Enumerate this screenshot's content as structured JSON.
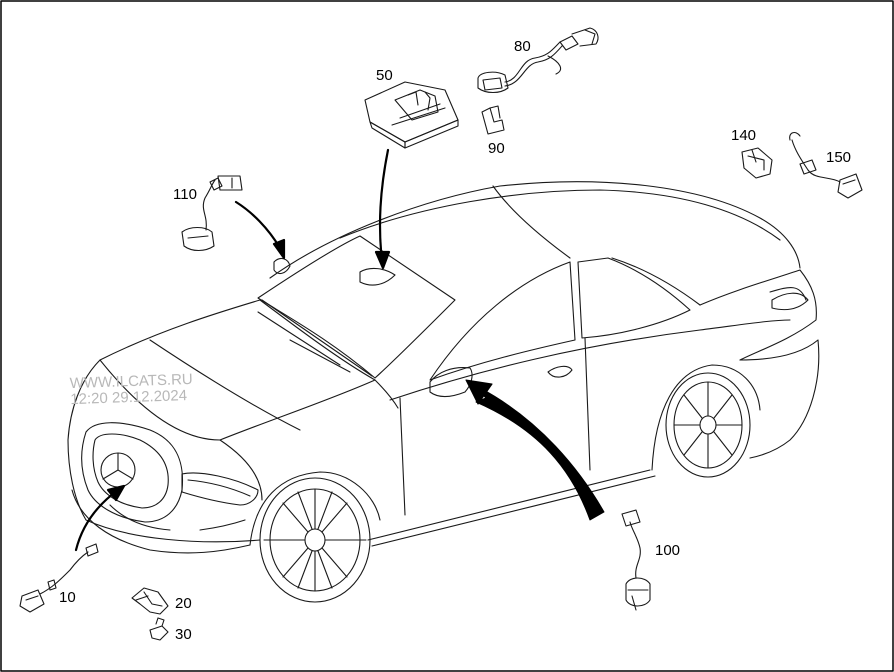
{
  "watermark": {
    "site": "WWW.ILCATS.RU",
    "stamp": "12:20 29.12.2024"
  },
  "parts": [
    {
      "id": "p10",
      "label": "10"
    },
    {
      "id": "p20",
      "label": "20"
    },
    {
      "id": "p30",
      "label": "30"
    },
    {
      "id": "p50",
      "label": "50"
    },
    {
      "id": "p80",
      "label": "80"
    },
    {
      "id": "p90",
      "label": "90"
    },
    {
      "id": "p100",
      "label": "100"
    },
    {
      "id": "p110",
      "label": "110"
    },
    {
      "id": "p140",
      "label": "140"
    },
    {
      "id": "p150",
      "label": "150"
    }
  ]
}
